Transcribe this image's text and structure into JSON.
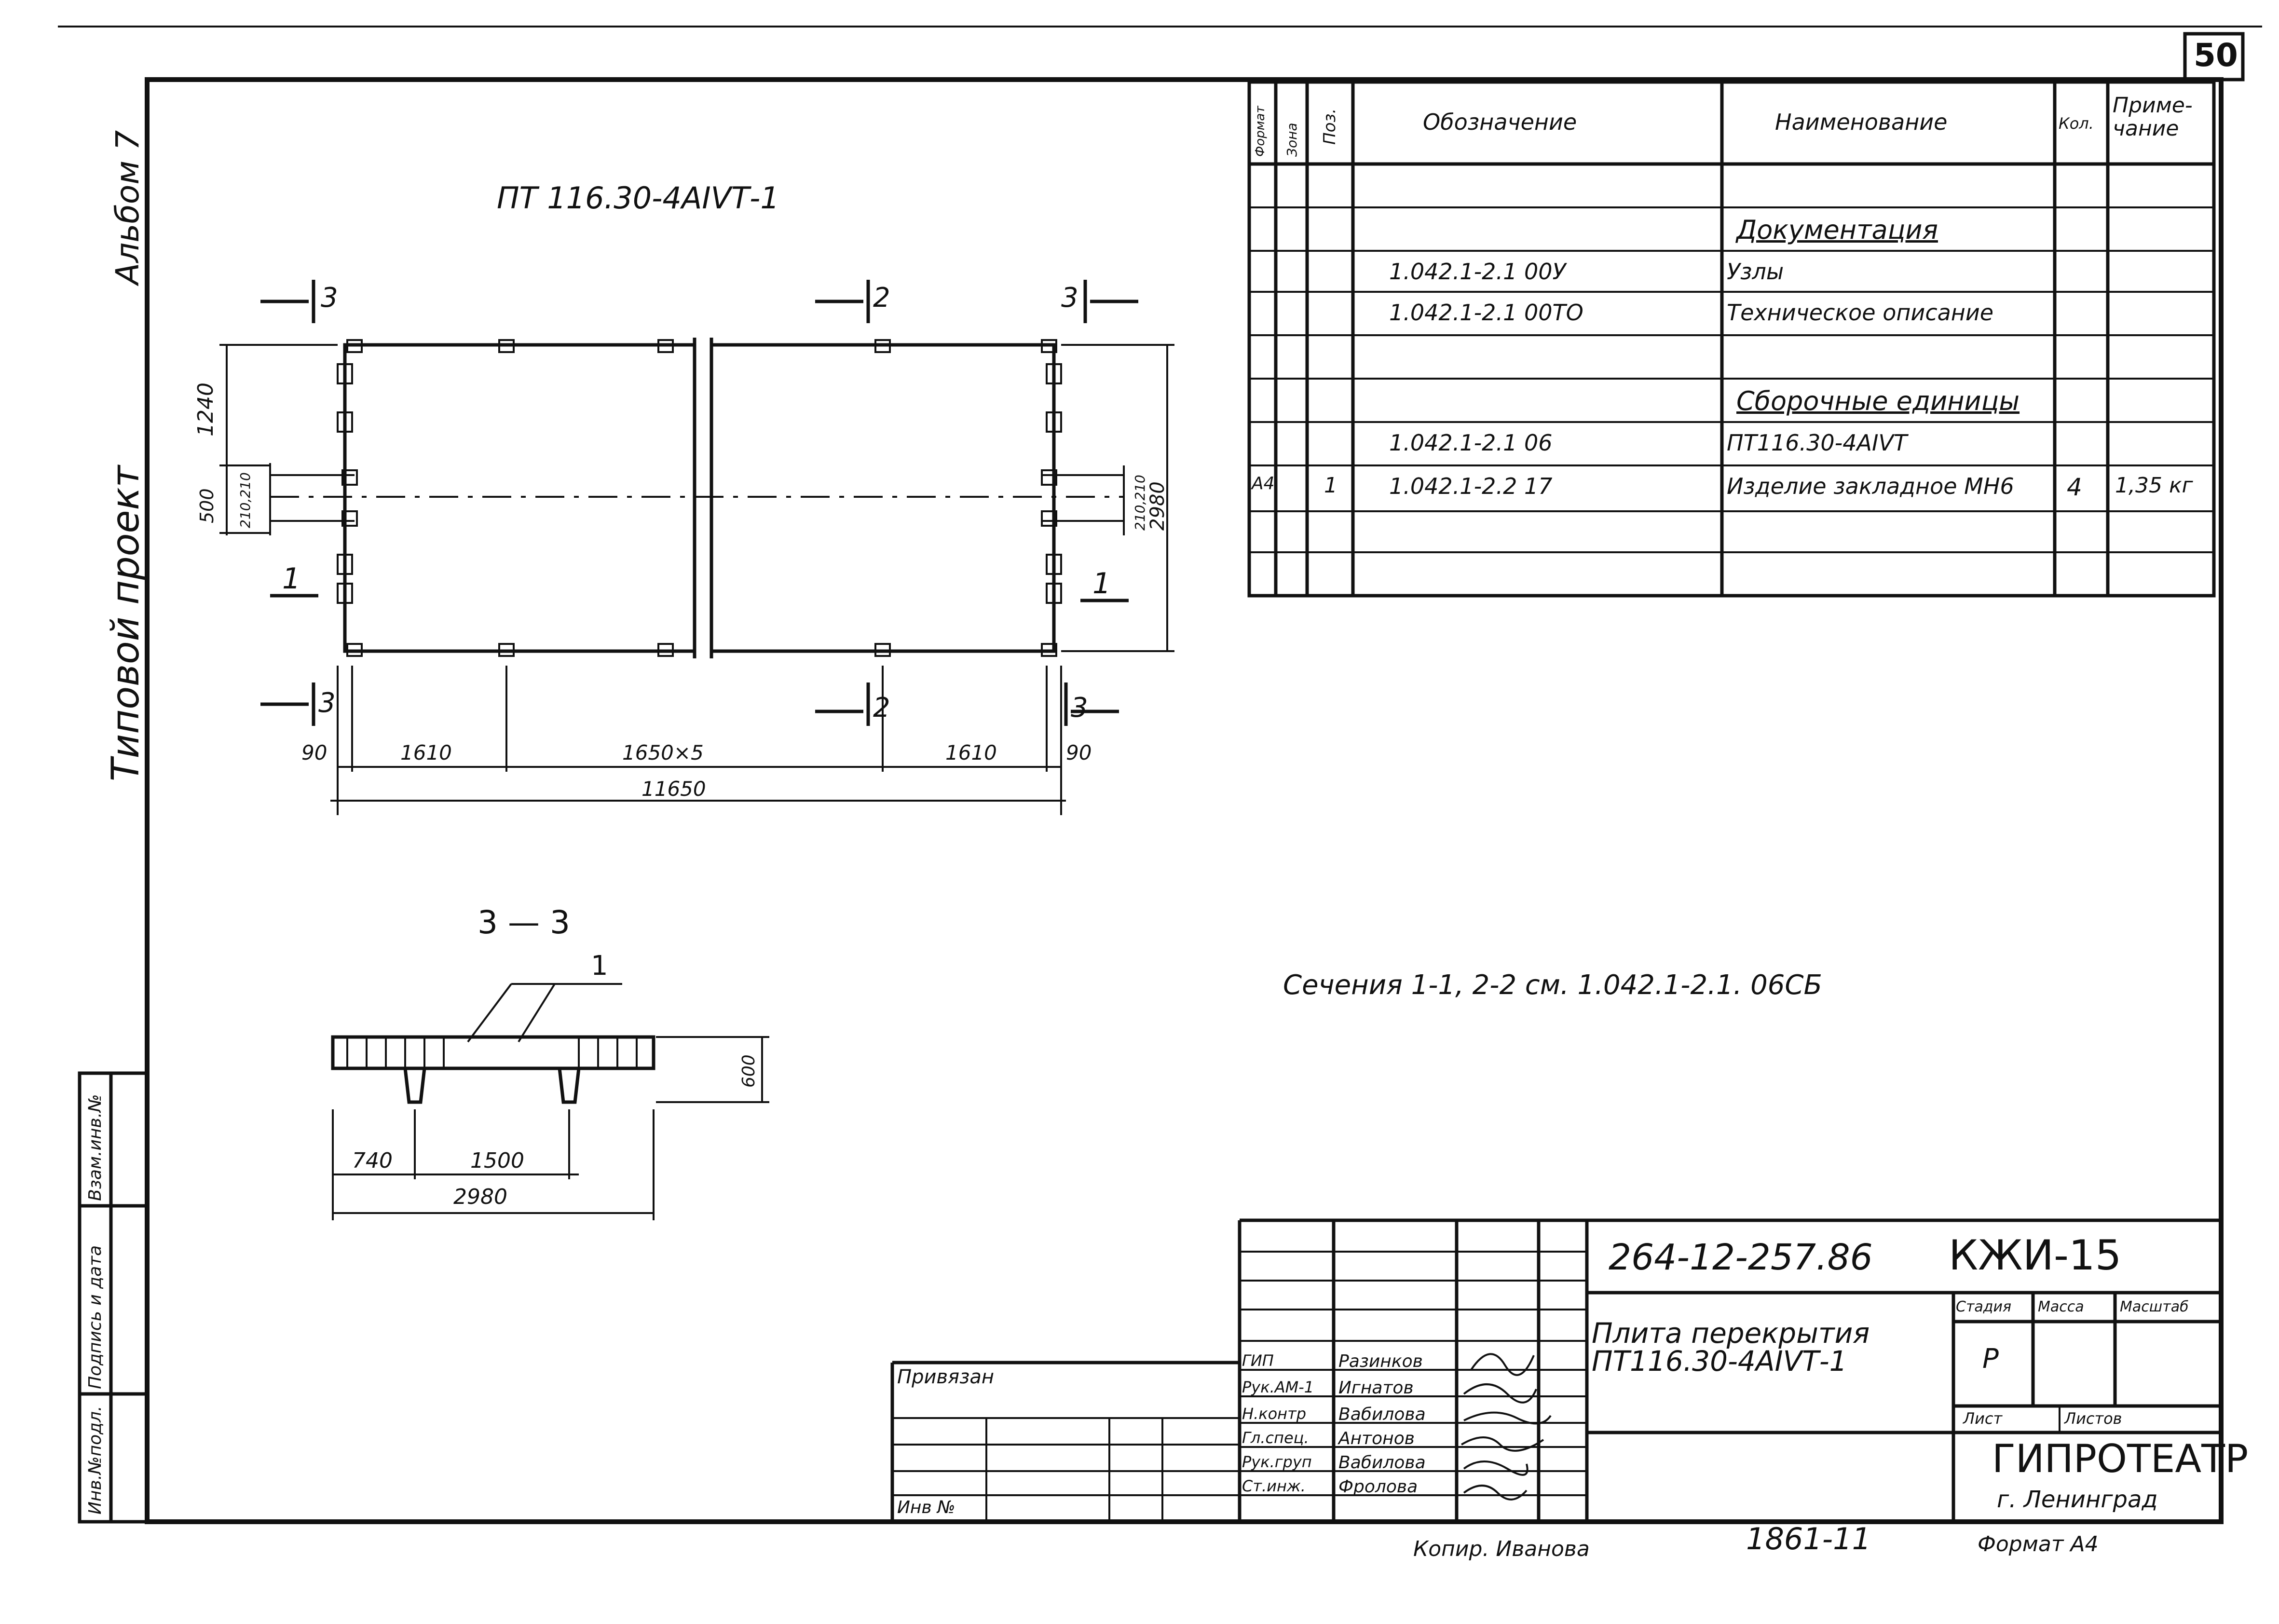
{
  "sheet_number": "50",
  "left_margin": {
    "album": "Альбом 7",
    "project": "Типовой проект",
    "stamp_cells": [
      "Инв.№подл.",
      "Подпись и дата",
      "Взам.инв.№"
    ]
  },
  "drawing": {
    "title": "ПТ 116.30-4АIVТ-1",
    "plan": {
      "section_marks": {
        "s3": "3",
        "s2": "2",
        "s1": "1"
      },
      "dims_vertical_left": [
        "1240",
        "500",
        "210,210"
      ],
      "dims_vertical_right": [
        "210,210",
        "2980"
      ],
      "dims_bottom": [
        "90",
        "1610",
        "1650×5",
        "1610",
        "90"
      ],
      "overall_length": "11650"
    },
    "section_33": {
      "title": "3 — 3",
      "leader_label": "1",
      "height_dim": "600",
      "dims_bottom": [
        "740",
        "1500"
      ],
      "overall": "2980"
    },
    "note": "Сечения 1-1, 2-2 см. 1.042.1-2.1. 06СБ"
  },
  "spec_table": {
    "headers": {
      "format": "Формат",
      "zone": "Зона",
      "pos": "Поз.",
      "designation": "Обозначение",
      "name": "Наименование",
      "qty": "Кол.",
      "note": "Приме-чание"
    },
    "rows": [
      {
        "format": "",
        "zone": "",
        "pos": "",
        "designation": "",
        "name": "",
        "qty": "",
        "note": ""
      },
      {
        "format": "",
        "zone": "",
        "pos": "",
        "designation": "",
        "name": "Документация",
        "qty": "",
        "note": "",
        "underline": true
      },
      {
        "format": "",
        "zone": "",
        "pos": "",
        "designation": "1.042.1-2.1 00У",
        "name": "Узлы",
        "qty": "",
        "note": ""
      },
      {
        "format": "",
        "zone": "",
        "pos": "",
        "designation": "1.042.1-2.1 00ТО",
        "name": "Техническое описание",
        "qty": "",
        "note": ""
      },
      {
        "format": "",
        "zone": "",
        "pos": "",
        "designation": "",
        "name": "",
        "qty": "",
        "note": ""
      },
      {
        "format": "",
        "zone": "",
        "pos": "",
        "designation": "",
        "name": "Сборочные единицы",
        "qty": "",
        "note": "",
        "underline": true
      },
      {
        "format": "",
        "zone": "",
        "pos": "",
        "designation": "1.042.1-2.1 06",
        "name": "ПТ116.30-4АIVТ",
        "qty": "",
        "note": ""
      },
      {
        "format": "А4",
        "zone": "",
        "pos": "1",
        "designation": "1.042.1-2.2 17",
        "name": "Изделие закладное МН6",
        "qty": "4",
        "note": "1,35 кг"
      },
      {
        "format": "",
        "zone": "",
        "pos": "",
        "designation": "",
        "name": "",
        "qty": "",
        "note": ""
      },
      {
        "format": "",
        "zone": "",
        "pos": "",
        "designation": "",
        "name": "",
        "qty": "",
        "note": ""
      }
    ]
  },
  "title_block": {
    "project_code": "264-12-257.86",
    "sheet_code": "КЖИ-15",
    "drawing_name": "Плита перекрытия ПТ116.30-4АIVТ-1",
    "stage_label": "Стадия",
    "mass_label": "Масса",
    "scale_label": "Масштаб",
    "stage_value": "Р",
    "sheet_label": "Лист",
    "sheets_label": "Листов",
    "organization": "ГИПРОТЕАТР",
    "city": "г. Ленинград",
    "bound": "Привязан",
    "inv": "Инв №",
    "staff": [
      {
        "role": "ГИП",
        "name": "Разинков"
      },
      {
        "role": "Рук.АМ-1",
        "name": "Игнатов"
      },
      {
        "role": "Н.контр",
        "name": "Вабилова"
      },
      {
        "role": "Гл.спец.",
        "name": "Антонов"
      },
      {
        "role": "Рук.груп",
        "name": "Вабилова"
      },
      {
        "role": "Ст.инж.",
        "name": "Фролова"
      }
    ]
  },
  "footer": {
    "copied": "Копир. Иванова",
    "number": "1861-11",
    "format": "Формат А4"
  }
}
